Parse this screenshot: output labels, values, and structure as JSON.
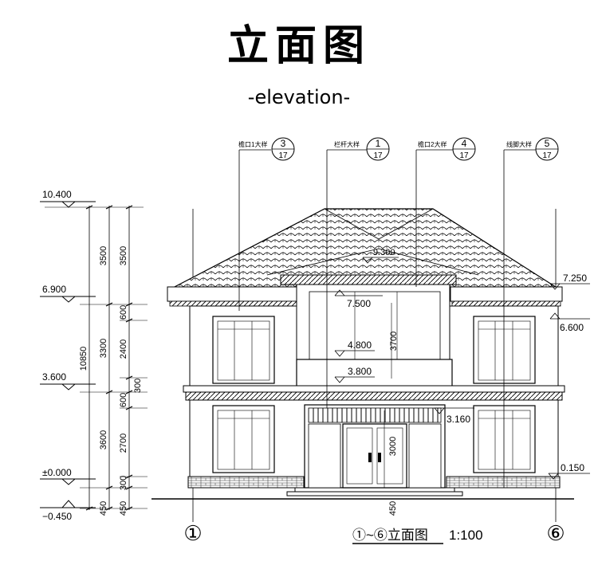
{
  "header": {
    "title": "立面图",
    "subtitle": "-elevation-"
  },
  "levels": {
    "top": "10.400",
    "roof_eave": "6.900",
    "second_floor": "3.600",
    "ground": "±0.000",
    "outdoor": "−0.450"
  },
  "dimensions": {
    "overall": "10850",
    "d3500a": "3500",
    "d3500b": "3500",
    "d3300": "3300",
    "d3600": "3600",
    "d600a": "600",
    "d2400": "2400",
    "d300a": "300",
    "d600b": "600",
    "d2700": "2700",
    "d300b": "300",
    "d450a": "450",
    "d450b": "450",
    "center_450": "450",
    "center_3700": "3700",
    "door_3000": "3000"
  },
  "elevations": {
    "ridge": "9.300",
    "e7250": "7.250",
    "e7500": "7.500",
    "e6600": "6.600",
    "e4800": "4.800",
    "e3800": "3.800",
    "e3160": "3.160",
    "e0150": "0.150"
  },
  "callouts": [
    {
      "label": "檐口1大样",
      "num": "3",
      "sheet": "17"
    },
    {
      "label": "栏杆大样",
      "num": "1",
      "sheet": "17"
    },
    {
      "label": "檐口2大样",
      "num": "4",
      "sheet": "17"
    },
    {
      "label": "线脚大样",
      "num": "5",
      "sheet": "17"
    }
  ],
  "axes": {
    "left": "①",
    "right": "⑥"
  },
  "footer": {
    "drawing_name": "①~⑥立面图",
    "scale": "1:100"
  },
  "colors": {
    "line": "#000000",
    "background": "#ffffff"
  }
}
